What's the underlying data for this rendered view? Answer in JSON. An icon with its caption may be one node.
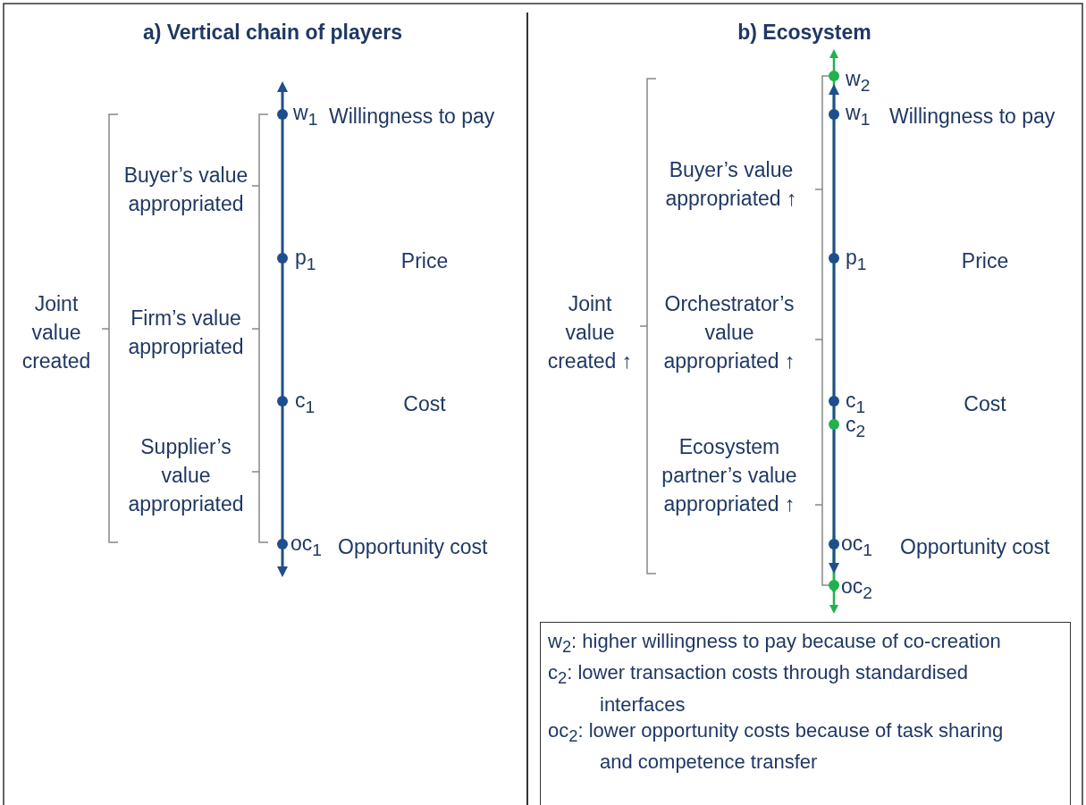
{
  "diagram": {
    "labels": [
      "a) Vertical chain of players",
      "w$_{1}$",
      "Willingness to pay",
      "Buyer’s value appropriated",
      "p$_{1}$",
      "Price",
      "Joint value created",
      "Firm’s value appropriated",
      "c$_{1}$",
      "Cost",
      "Supplier’s value appropriated",
      "oc$_{1}$",
      "Opportunity cost",
      "b) Ecosystem",
      "w$_{2}$",
      "w$_{1}$",
      "Willingness to pay",
      "Buyer’s value appropriated ↑",
      "p$_{1}$",
      "Price",
      "Joint value created ↑",
      "Orchestrator’s value appropriated ↑",
      "c$_{1}$",
      "Cost",
      "c$_{2}$",
      "Ecosystem partner’s value appropriated ↑",
      "oc$_{1}$",
      "Opportunity cost",
      "oc$_{2}$",
      "w$_{2}$: higher willingness to pay because of co-creation",
      "c$_{2}$: lower transaction costs through standardised interfaces",
      "oc$_{2}$: lower opportunity costs because of task sharing and competence transfer"
    ]
  }
}
